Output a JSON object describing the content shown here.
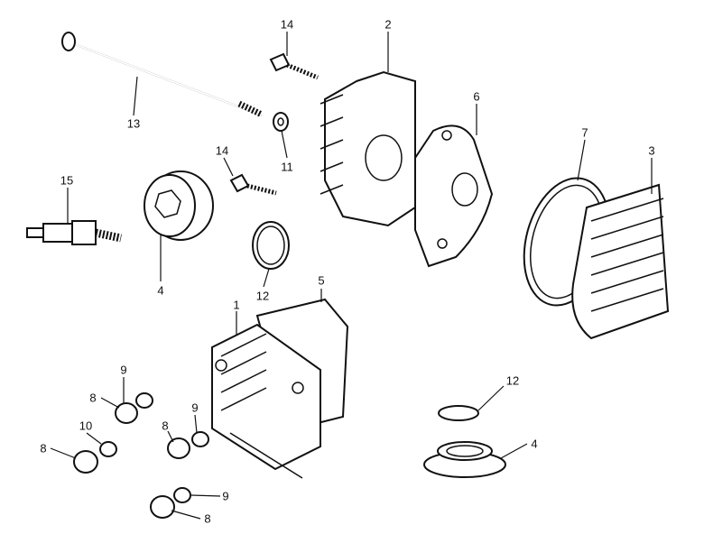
{
  "callouts": [
    {
      "id": "c14a",
      "text": "14"
    },
    {
      "id": "c2",
      "text": "2"
    },
    {
      "id": "c13",
      "text": "13"
    },
    {
      "id": "c11",
      "text": "11"
    },
    {
      "id": "c6",
      "text": "6"
    },
    {
      "id": "c7",
      "text": "7"
    },
    {
      "id": "c3",
      "text": "3"
    },
    {
      "id": "c14b",
      "text": "14"
    },
    {
      "id": "c15",
      "text": "15"
    },
    {
      "id": "c4a",
      "text": "4"
    },
    {
      "id": "c12a",
      "text": "12"
    },
    {
      "id": "c5",
      "text": "5"
    },
    {
      "id": "c1",
      "text": "1"
    },
    {
      "id": "c9a",
      "text": "9"
    },
    {
      "id": "c8a",
      "text": "8"
    },
    {
      "id": "c9b",
      "text": "9"
    },
    {
      "id": "c10",
      "text": "10"
    },
    {
      "id": "c8b",
      "text": "8"
    },
    {
      "id": "c8c",
      "text": "8"
    },
    {
      "id": "c12b",
      "text": "12"
    },
    {
      "id": "c4b",
      "text": "4"
    },
    {
      "id": "c9c",
      "text": "9"
    },
    {
      "id": "c8d",
      "text": "8"
    }
  ]
}
